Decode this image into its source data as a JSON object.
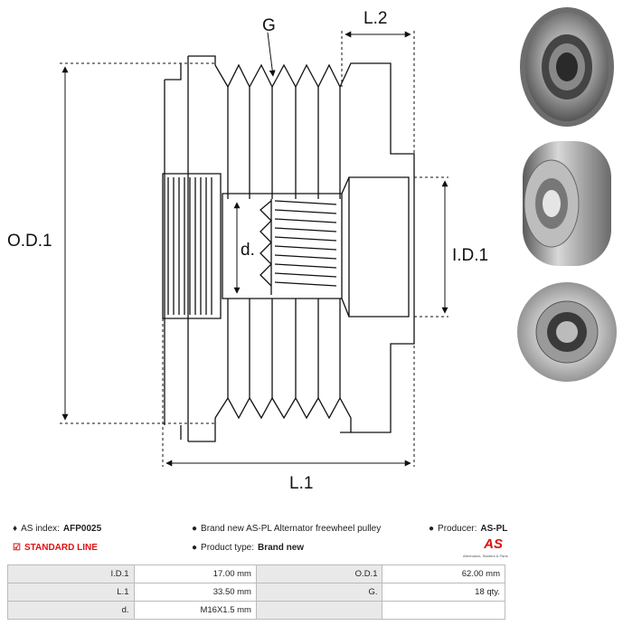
{
  "drawing": {
    "labels": {
      "g": "G",
      "l2": "L.2",
      "od1": "O.D.1",
      "id1": "I.D.1",
      "d": "d.",
      "l1": "L.1"
    }
  },
  "info": {
    "as_index_label": "AS index:",
    "as_index_value": "AFP0025",
    "description": "Brand new AS-PL Alternator freewheel pulley",
    "producer_label": "Producer:",
    "producer_value": "AS-PL",
    "line": "STANDARD LINE",
    "product_type_label": "Product type:",
    "product_type_value": "Brand new"
  },
  "logo": {
    "mark": "AS",
    "tagline": "Alternators, Starters & Parts"
  },
  "specs": [
    {
      "l1": "I.D.1",
      "v1": "17.00 mm",
      "l2": "O.D.1",
      "v2": "62.00 mm"
    },
    {
      "l1": "L.1",
      "v1": "33.50 mm",
      "l2": "G.",
      "v2": "18 qty."
    },
    {
      "l1": "d.",
      "v1": "M16X1.5 mm",
      "l2": "",
      "v2": ""
    }
  ],
  "colors": {
    "accent": "#dd1111",
    "header_cell": "#e9e9e9",
    "border": "#bbbbbb"
  }
}
